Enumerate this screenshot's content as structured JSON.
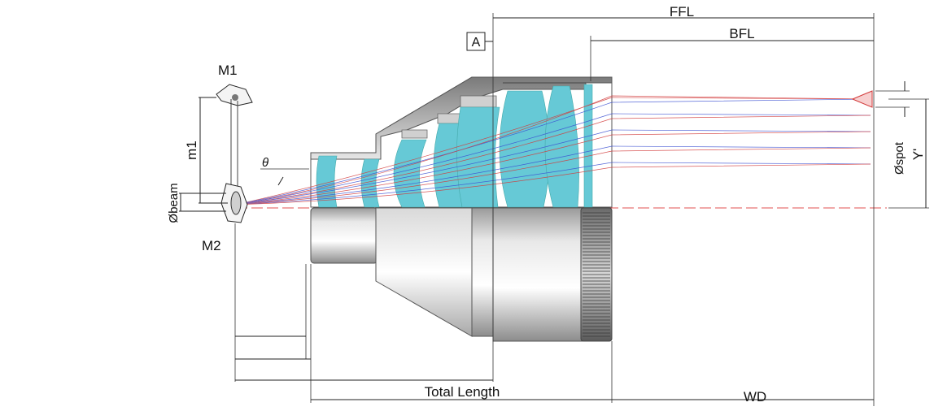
{
  "labels": {
    "ffl": "FFL",
    "bfl": "BFL",
    "datum": "A",
    "mirror1": "M1",
    "mirror2": "M2",
    "mirror_distance": "m1",
    "scan_angle": "θ",
    "beam_diameter": "Øbeam",
    "spot_diameter": "Øspot",
    "image_height": "Y'",
    "total_length": "Total Length",
    "working_distance": "WD"
  },
  "colors": {
    "lens_glass": "#66c9d6",
    "housing_light": "#f2f2f2",
    "housing_dark": "#8a8a8a",
    "ray_red": "#d23a3a",
    "ray_blue": "#3a4fd2",
    "axis": "#e05050"
  }
}
